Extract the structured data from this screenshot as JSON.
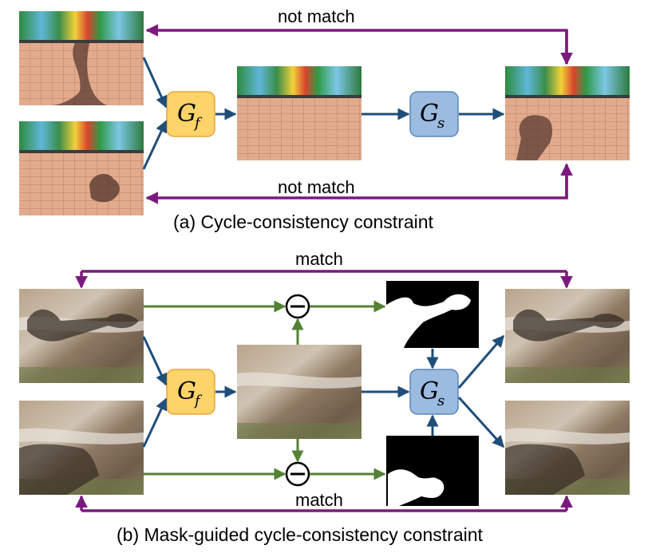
{
  "panel_a": {
    "caption": "(a)  Cycle-consistency constraint",
    "top_link_label": "not match",
    "bottom_link_label": "not match",
    "generator_f": {
      "symbol": "G",
      "subscript": "f"
    },
    "generator_s": {
      "symbol": "G",
      "subscript": "s"
    }
  },
  "panel_b": {
    "caption": "(b) Mask-guided cycle-consistency constraint",
    "top_link_label": "match",
    "bottom_link_label": "match",
    "generator_f": {
      "symbol": "G",
      "subscript": "f"
    },
    "generator_s": {
      "symbol": "G",
      "subscript": "s"
    },
    "subtract_symbol": "−"
  },
  "colors": {
    "purple_arrow": "#7b1a7e",
    "blue_arrow": "#1f4e79",
    "green_arrow": "#548235",
    "gf_fill": "#fdd36a",
    "gf_stroke": "#e8a43a",
    "gs_fill": "#9bbbe0",
    "gs_stroke": "#5b86b8"
  }
}
